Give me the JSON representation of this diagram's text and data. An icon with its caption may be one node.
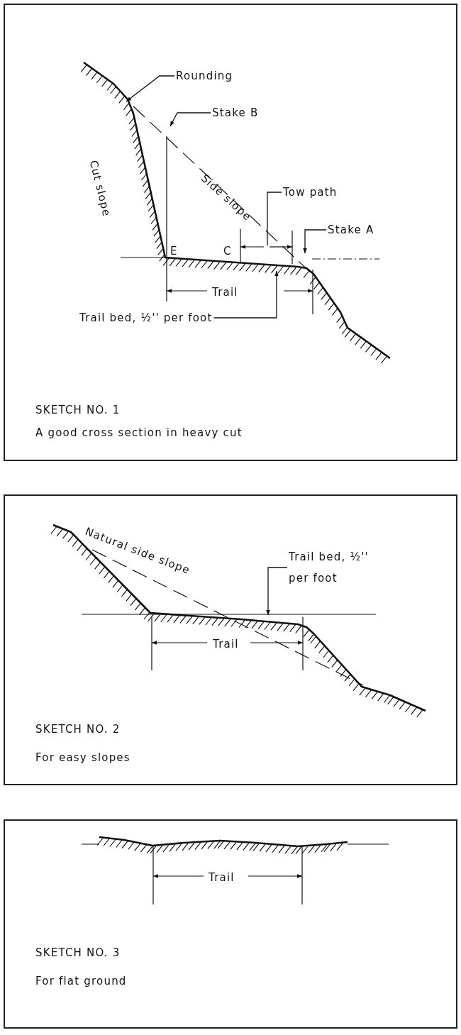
{
  "diagram": {
    "nodes": [
      {
        "text": [
          "SKETCH NO. 1",
          "A good cross section in heavy cut"
        ]
      },
      {
        "text": [
          "Rounding"
        ],
        "in": 0
      },
      {
        "text": [
          "Stake B"
        ],
        "in": 0
      },
      {
        "text": [
          "Tow path"
        ],
        "in": 0
      },
      {
        "text": [
          "Stake A"
        ],
        "in": 0
      },
      {
        "text": [
          "Trail bed, ½'' per foot"
        ],
        "in": 0
      },
      {
        "text": [
          "SKETCH NO. 2",
          "For easy slopes"
        ]
      },
      {
        "text": [
          "Trail bed, ½'' per foot"
        ],
        "in": 6
      },
      {
        "text": [
          "SKETCH NO. 3",
          "For flat ground"
        ]
      }
    ],
    "edges": [
      {
        "from": 1,
        "to": null,
        "arrow": "to"
      },
      {
        "from": 2,
        "to": null,
        "arrow": "to"
      },
      {
        "from": 3,
        "to": null,
        "arrow": "none"
      },
      {
        "from": 4,
        "to": null,
        "arrow": "to"
      },
      {
        "from": 5,
        "to": null,
        "arrow": "to"
      },
      {
        "from": 7,
        "to": null,
        "arrow": "to"
      }
    ],
    "labels": [
      "Cut slope",
      "Side slope",
      "E",
      "C",
      "Trail",
      "Natural side slope",
      "Trail",
      "Trail"
    ]
  }
}
